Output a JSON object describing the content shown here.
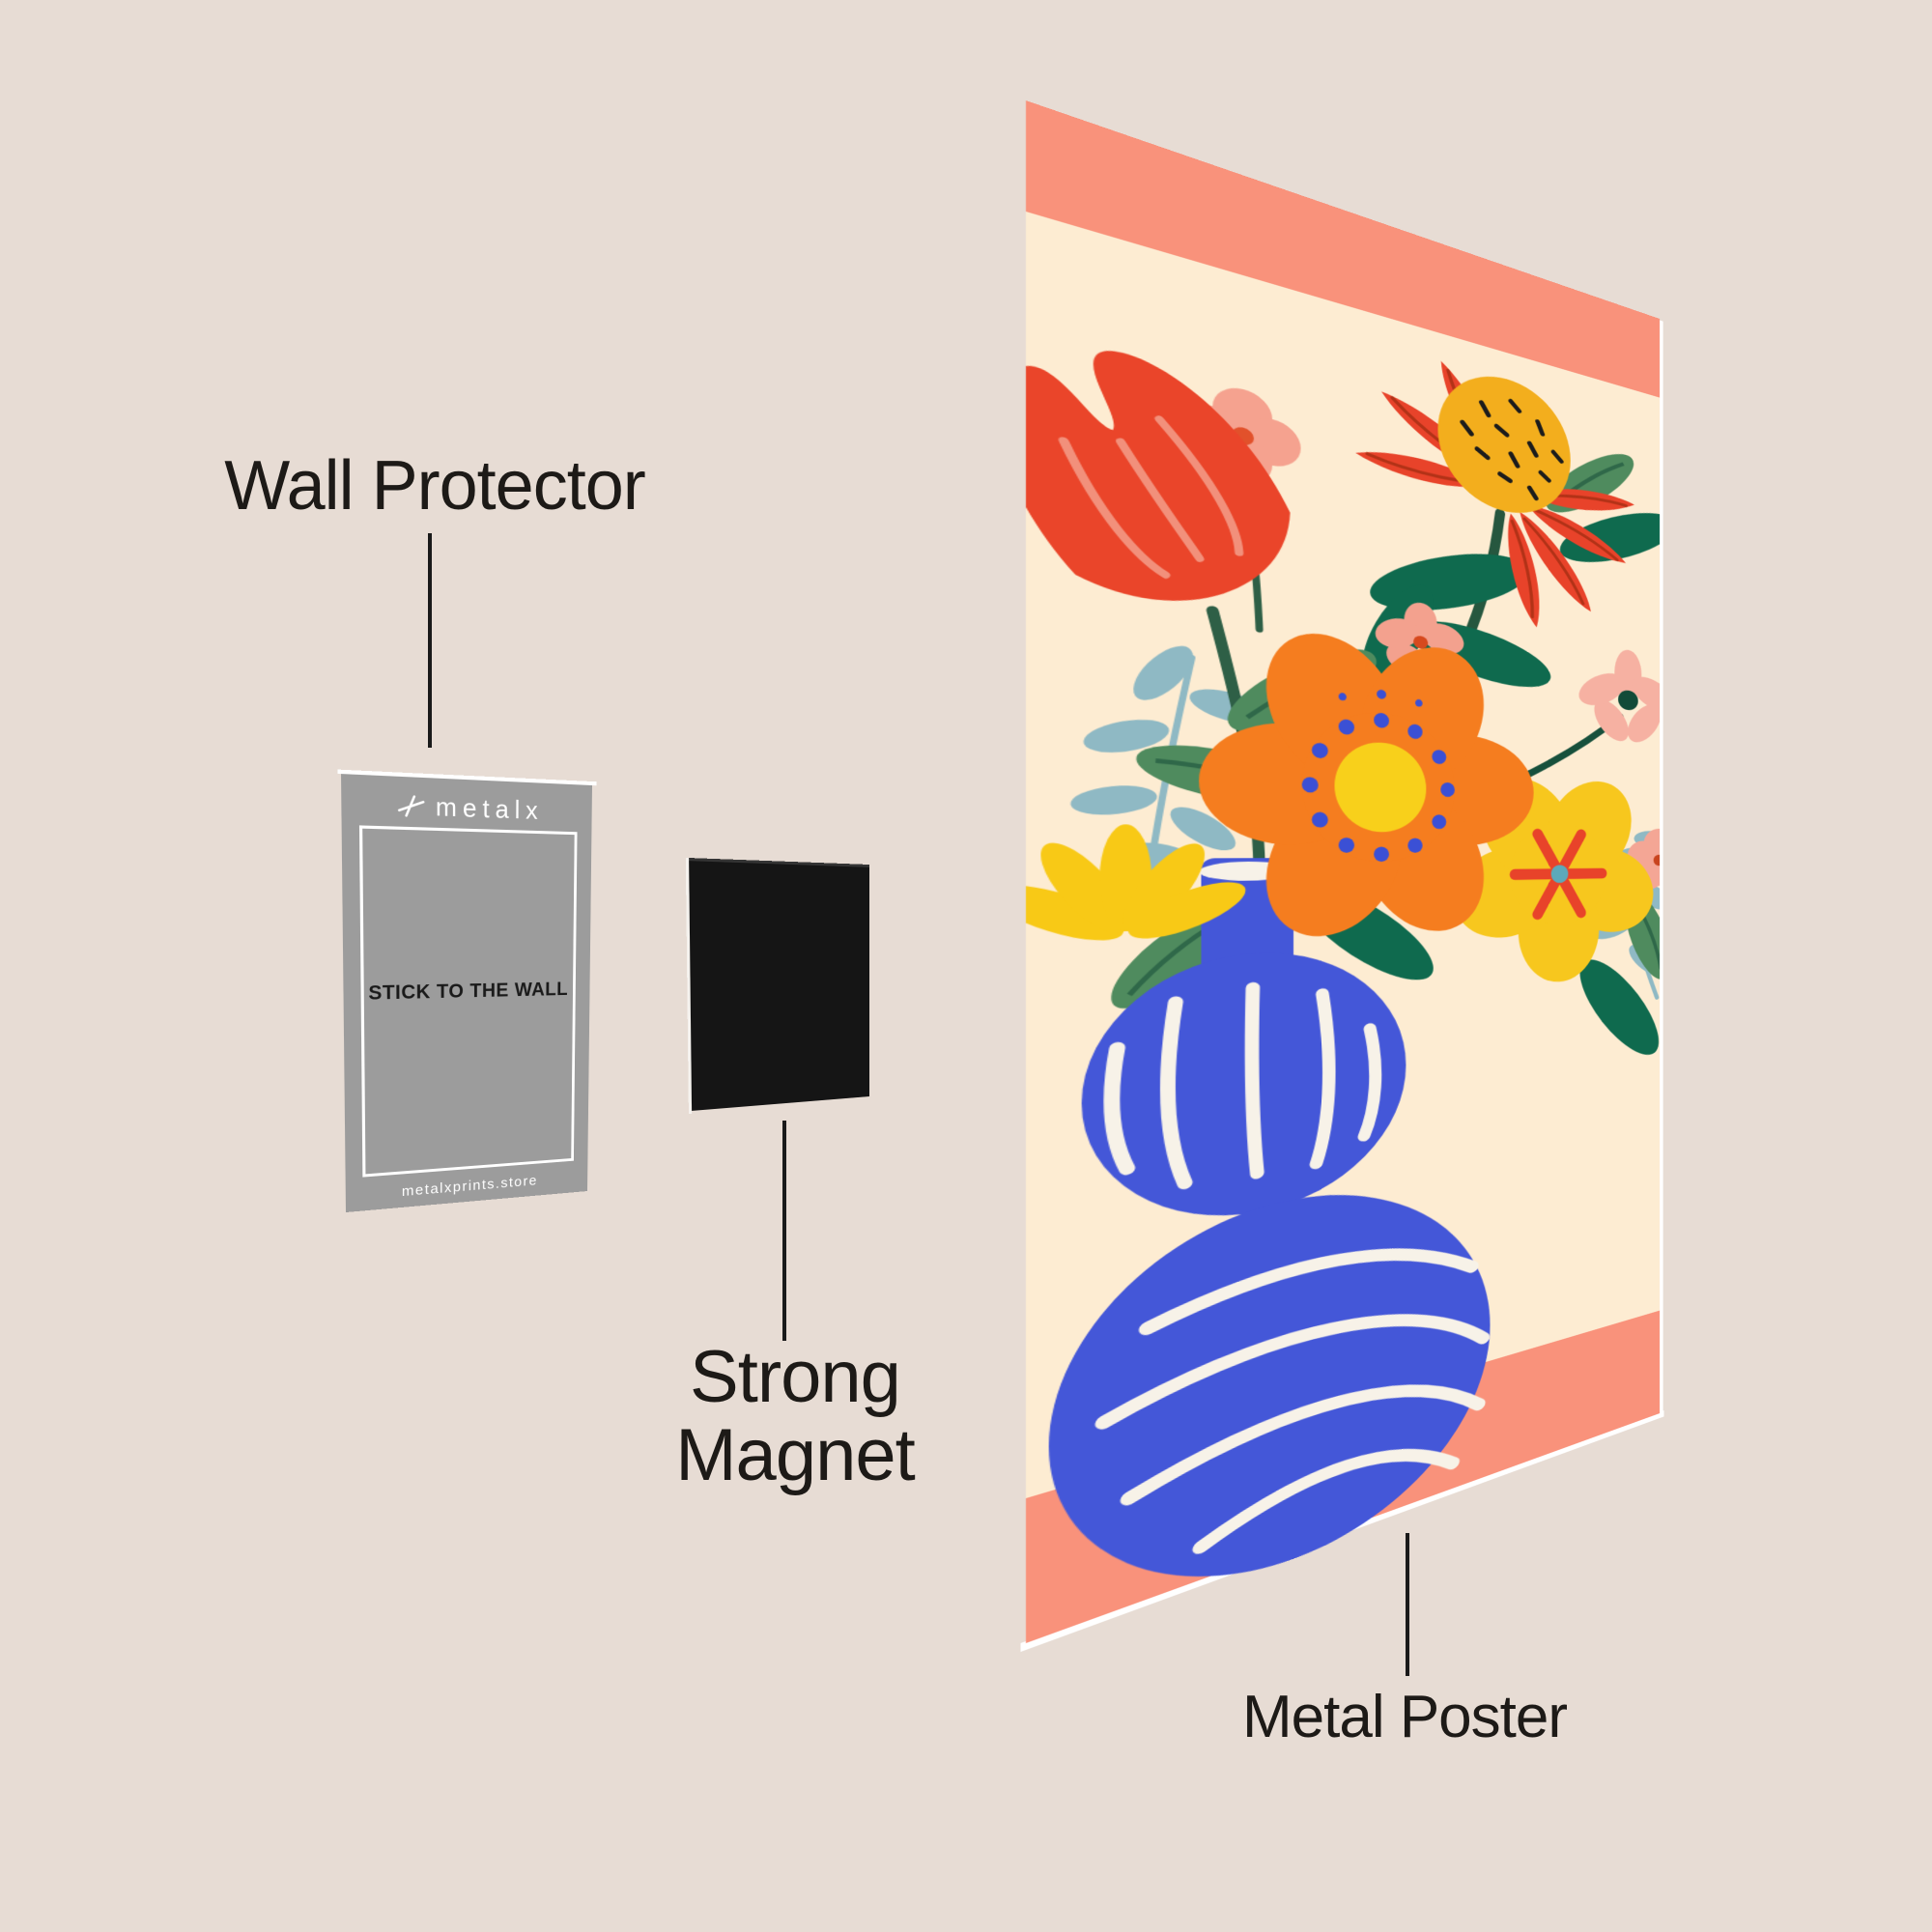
{
  "page": {
    "background": "#e7dcd4"
  },
  "labels": {
    "wall_protector": "Wall Protector",
    "strong_magnet": [
      "Strong",
      "Magnet"
    ],
    "metal_poster": "Metal Poster"
  },
  "card": {
    "brand": "metalx",
    "message": "STICK TO THE WALL",
    "website": "metalxprints.store",
    "color": "#9c9c9c"
  },
  "magnet": {
    "color": "#151515"
  },
  "poster": {
    "subject": "flower bouquet in a blue vase",
    "colors": {
      "cream": "#fdecd2",
      "salmon_band": "#f9927b",
      "vase_blue": "#4457d8",
      "flower_red": "#e8432a",
      "flower_orange": "#f57d1f",
      "flower_yellow": "#f7c71e",
      "flower_pink": "#f5a28f",
      "leaf_teal": "#8fb9c4",
      "leaf_green": "#4f8b5e",
      "leaf_dark_green": "#0f6a4e",
      "dot_blue": "#3b50d5"
    }
  }
}
